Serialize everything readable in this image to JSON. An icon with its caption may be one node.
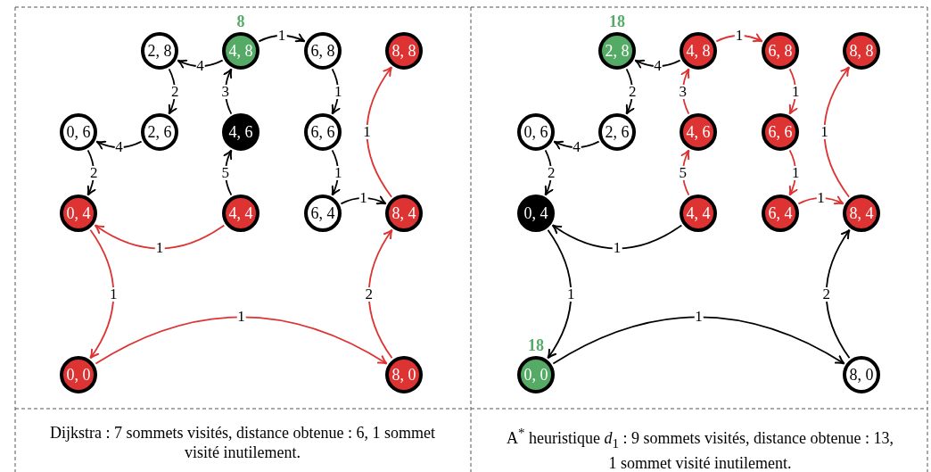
{
  "diagram": {
    "nodes": [
      {
        "text": [
          "2, 8"
        ]
      },
      {
        "text": [
          "4, 8"
        ],
        "beside": [
          "8"
        ]
      },
      {
        "text": [
          "6, 8"
        ]
      },
      {
        "text": [
          "8, 8"
        ]
      },
      {
        "text": [
          "0, 6"
        ]
      },
      {
        "text": [
          "2, 6"
        ]
      },
      {
        "text": [
          "4, 6"
        ]
      },
      {
        "text": [
          "6, 6"
        ]
      },
      {
        "text": [
          "0, 4"
        ]
      },
      {
        "text": [
          "4, 4"
        ]
      },
      {
        "text": [
          "6, 4"
        ]
      },
      {
        "text": [
          "8, 4"
        ]
      },
      {
        "text": [
          "0, 0"
        ]
      },
      {
        "text": [
          "8, 0"
        ]
      },
      {
        "text": [
          "2, 8"
        ],
        "beside": [
          "18"
        ]
      },
      {
        "text": [
          "4, 8"
        ]
      },
      {
        "text": [
          "6, 8"
        ]
      },
      {
        "text": [
          "8, 8"
        ]
      },
      {
        "text": [
          "0, 6"
        ]
      },
      {
        "text": [
          "2, 6"
        ]
      },
      {
        "text": [
          "4, 6"
        ]
      },
      {
        "text": [
          "6, 6"
        ]
      },
      {
        "text": [
          "0, 4"
        ]
      },
      {
        "text": [
          "4, 4"
        ]
      },
      {
        "text": [
          "6, 4"
        ]
      },
      {
        "text": [
          "8, 4"
        ]
      },
      {
        "text": [
          "0, 0"
        ],
        "beside": [
          "18"
        ]
      },
      {
        "text": [
          "8, 0"
        ]
      }
    ],
    "edges": [
      {
        "from": 1,
        "to": 0,
        "arrow": "to",
        "label": "4"
      },
      {
        "from": 1,
        "to": 2,
        "arrow": "to",
        "label": "1"
      },
      {
        "from": 0,
        "to": 5,
        "arrow": "to",
        "label": "2"
      },
      {
        "from": 6,
        "to": 1,
        "arrow": "to",
        "label": "3"
      },
      {
        "from": 5,
        "to": 4,
        "arrow": "to",
        "label": "4"
      },
      {
        "from": 2,
        "to": 7,
        "arrow": "to",
        "label": "1"
      },
      {
        "from": 4,
        "to": 8,
        "arrow": "to",
        "label": "2"
      },
      {
        "from": 9,
        "to": 6,
        "arrow": "to",
        "label": "5"
      },
      {
        "from": 7,
        "to": 10,
        "arrow": "to",
        "label": "1"
      },
      {
        "from": 10,
        "to": 11,
        "arrow": "to",
        "label": "1"
      },
      {
        "from": 11,
        "to": 3,
        "arrow": "to",
        "label": "1",
        "color": "#dd3333"
      },
      {
        "from": 9,
        "to": 8,
        "arrow": "to",
        "label": "1",
        "color": "#dd3333"
      },
      {
        "from": 8,
        "to": 12,
        "arrow": "to",
        "label": "1",
        "color": "#dd3333"
      },
      {
        "from": 12,
        "to": 13,
        "arrow": "to",
        "label": "1",
        "color": "#dd3333"
      },
      {
        "from": 13,
        "to": 11,
        "arrow": "to",
        "label": "2",
        "color": "#dd3333"
      },
      {
        "from": 15,
        "to": 14,
        "arrow": "to",
        "label": "4"
      },
      {
        "from": 15,
        "to": 16,
        "arrow": "to",
        "label": "1",
        "color": "#dd3333"
      },
      {
        "from": 14,
        "to": 19,
        "arrow": "to",
        "label": "2"
      },
      {
        "from": 20,
        "to": 15,
        "arrow": "to",
        "label": "3",
        "color": "#dd3333"
      },
      {
        "from": 19,
        "to": 18,
        "arrow": "to",
        "label": "4"
      },
      {
        "from": 16,
        "to": 21,
        "arrow": "to",
        "label": "1",
        "color": "#dd3333"
      },
      {
        "from": 18,
        "to": 22,
        "arrow": "to",
        "label": "2"
      },
      {
        "from": 23,
        "to": 20,
        "arrow": "to",
        "label": "5",
        "color": "#dd3333"
      },
      {
        "from": 21,
        "to": 24,
        "arrow": "to",
        "label": "1",
        "color": "#dd3333"
      },
      {
        "from": 24,
        "to": 25,
        "arrow": "to",
        "label": "1",
        "color": "#dd3333"
      },
      {
        "from": 25,
        "to": 17,
        "arrow": "to",
        "label": "1",
        "color": "#dd3333"
      },
      {
        "from": 23,
        "to": 22,
        "arrow": "to",
        "label": "1"
      },
      {
        "from": 22,
        "to": 26,
        "arrow": "to",
        "label": "1"
      },
      {
        "from": 26,
        "to": 27,
        "arrow": "to",
        "label": "1"
      },
      {
        "from": 27,
        "to": 25,
        "arrow": "to",
        "label": "2"
      }
    ],
    "labels": [
      "Dijkstra : 7 sommets visités, distance obtenue : 6, 1 sommet visité inutilement.",
      "A$^{*}$ heuristique *d*$_{1}$ : 9 sommets visités, distance obtenue : 13, 1 sommet visité inutilement."
    ]
  }
}
